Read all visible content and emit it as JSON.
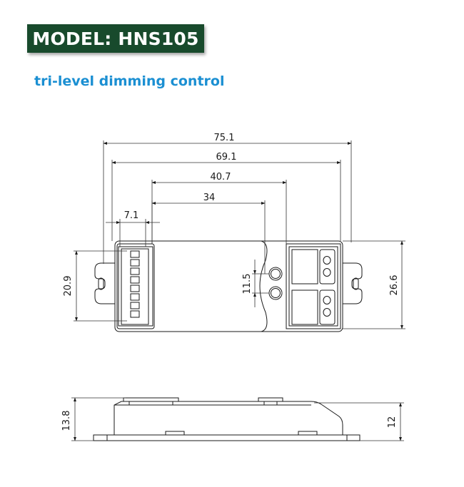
{
  "header": {
    "model_label": "MODEL: HNS105",
    "subtitle": "tri-level dimming control"
  },
  "colors": {
    "badge_background": "#184a2c",
    "badge_text": "#ffffff",
    "subtitle": "#1b8fd2",
    "drawing_lines": "#1a1a1a"
  },
  "dimensions": {
    "overall_length": "75.1",
    "mounting_hole_spacing": "69.1",
    "terminal_offset": "40.7",
    "led_offset": "34",
    "dip_switch_width": "7.1",
    "body_width": "20.9",
    "overall_width": "26.6",
    "led_spacing": "11.5",
    "overall_height": "13.8",
    "body_height": "12"
  }
}
